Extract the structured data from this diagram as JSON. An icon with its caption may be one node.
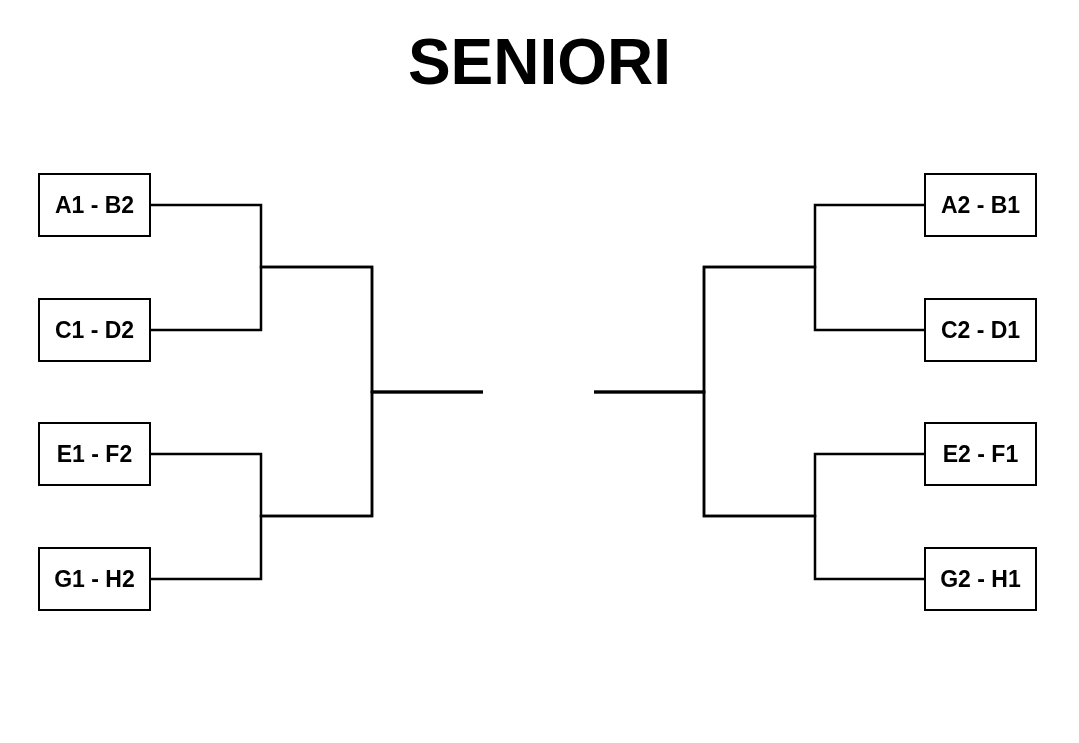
{
  "diagram": {
    "title": "SENIORI",
    "nodes": [
      {
        "text": [
          "A1 - B2"
        ]
      },
      {
        "text": [
          "A2 - B1"
        ]
      },
      {
        "text": [
          "C1 - D2"
        ]
      },
      {
        "text": [
          "C2 - D1"
        ]
      },
      {
        "text": [
          "E1 - F2"
        ]
      },
      {
        "text": [
          "E2 - F1"
        ]
      },
      {
        "text": [
          "G1 - H2"
        ]
      },
      {
        "text": [
          "G2 - H1"
        ]
      }
    ],
    "edges": [
      {
        "from": 0,
        "to": null,
        "arrow": "none"
      },
      {
        "from": 2,
        "to": null,
        "arrow": "none"
      },
      {
        "from": 4,
        "to": null,
        "arrow": "none"
      },
      {
        "from": 6,
        "to": null,
        "arrow": "none"
      },
      {
        "from": 1,
        "to": null,
        "arrow": "none"
      },
      {
        "from": 3,
        "to": null,
        "arrow": "none"
      },
      {
        "from": 5,
        "to": null,
        "arrow": "none"
      },
      {
        "from": 7,
        "to": null,
        "arrow": "none"
      }
    ]
  }
}
